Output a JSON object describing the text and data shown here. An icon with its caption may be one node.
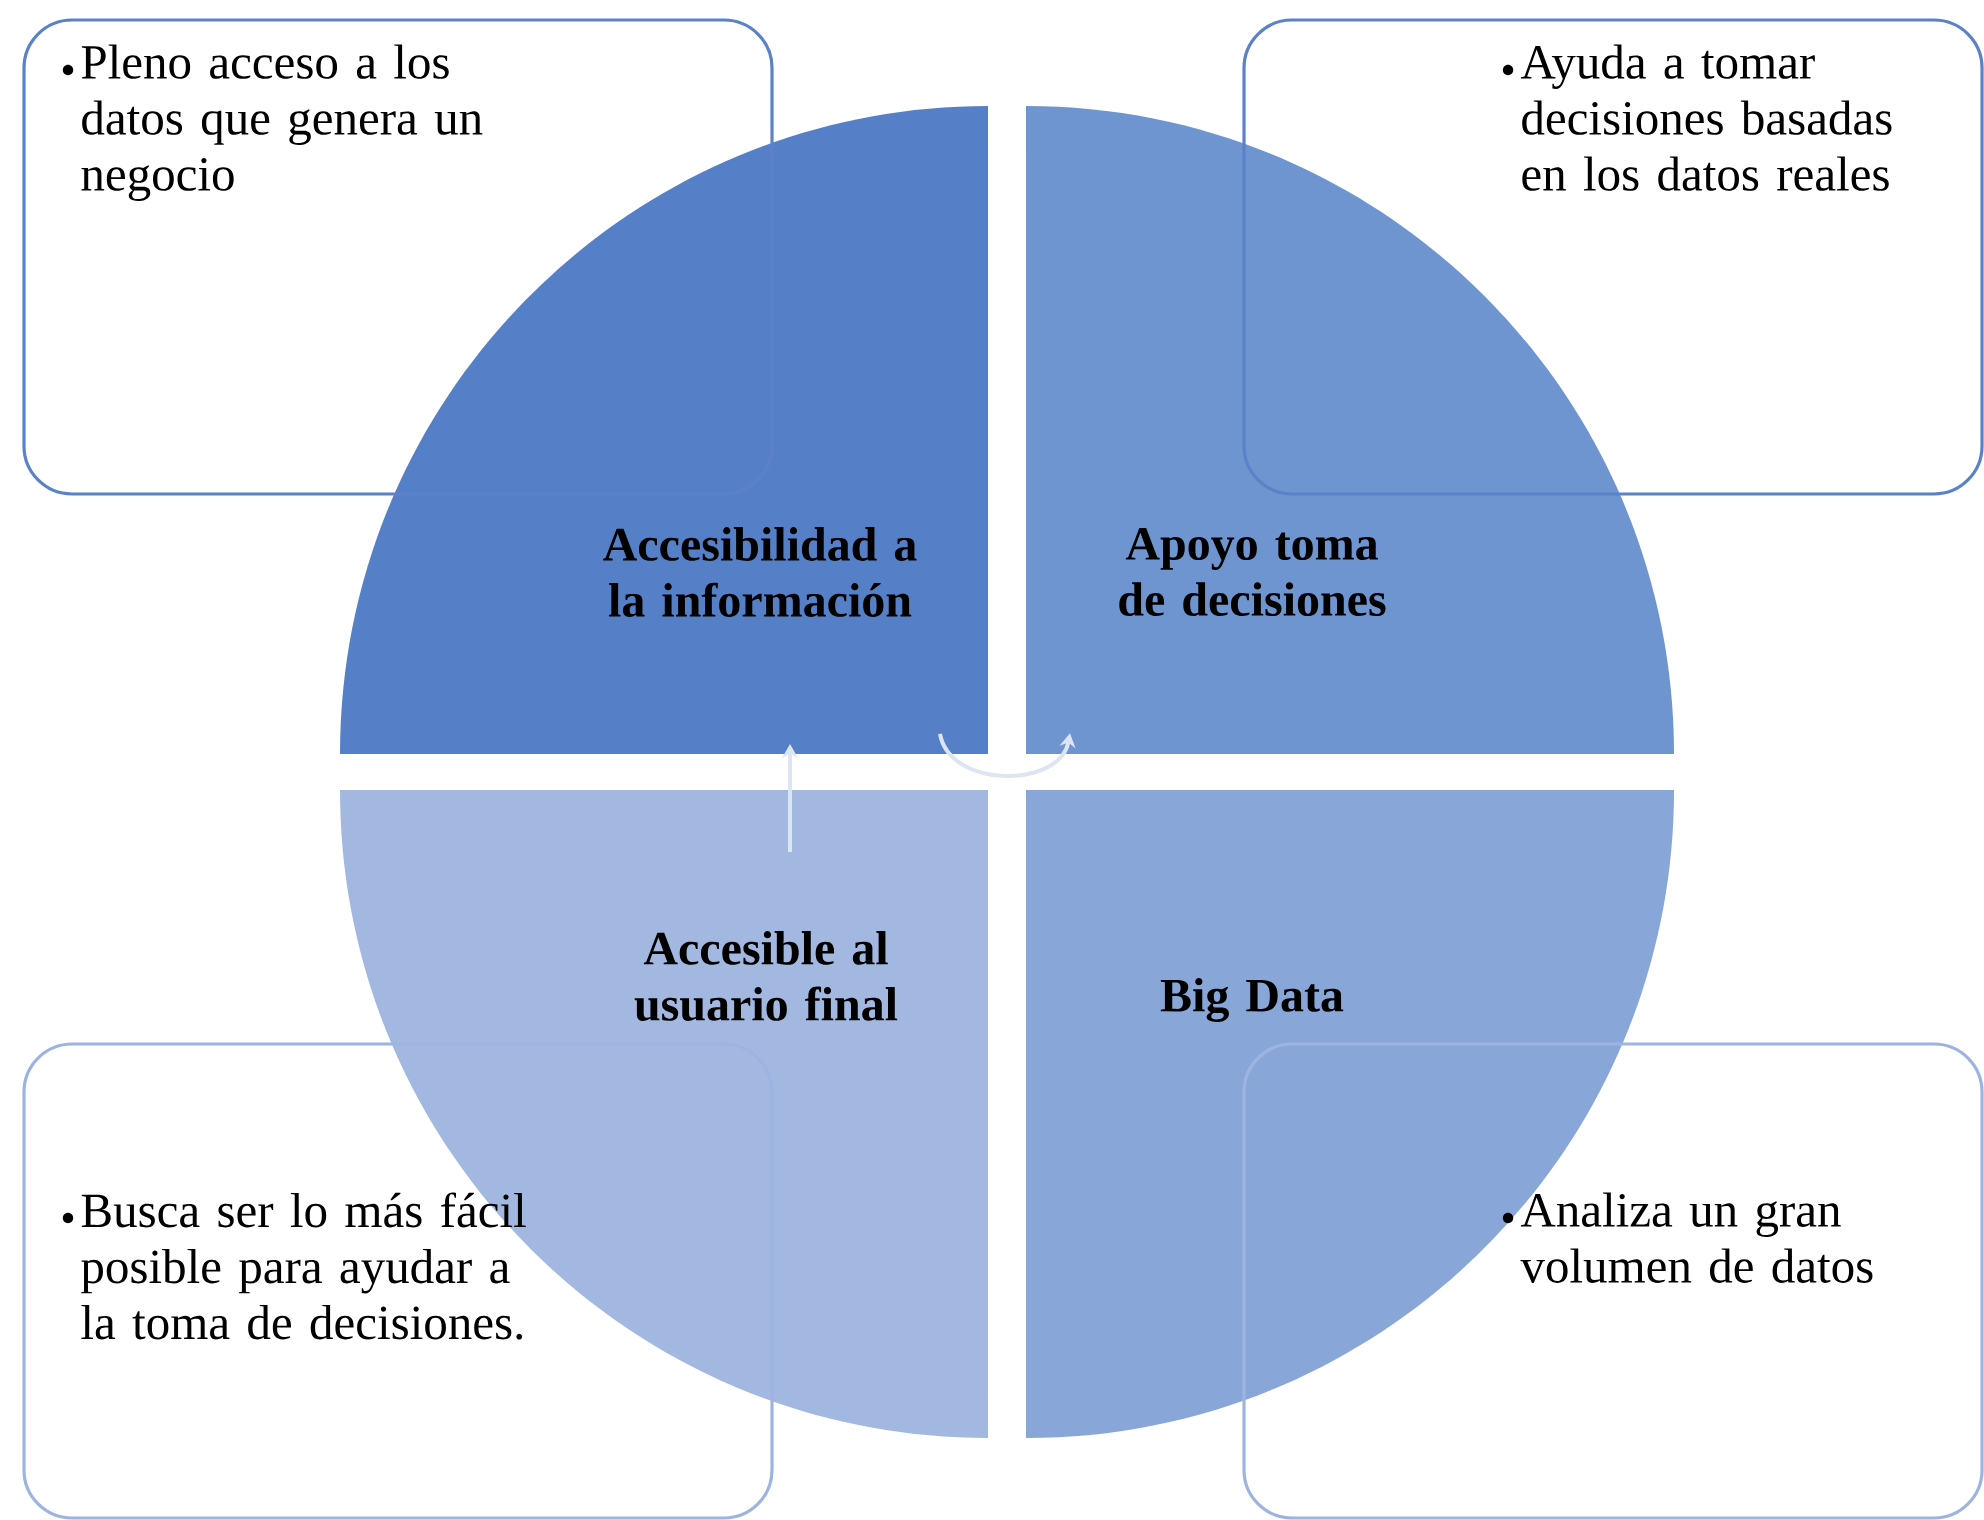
{
  "diagram": {
    "nodes": [
      {
        "text": [
          "Pleno acceso a los datos que genera un negocio"
        ]
      },
      {
        "text": [
          "Ayuda a tomar decisiones basadas en los datos reales"
        ]
      },
      {
        "text": [
          "Accesibilidad a la información"
        ]
      },
      {
        "text": [
          "Apoyo toma de decisiones"
        ]
      },
      {
        "text": [
          "Accesible al usuario final"
        ]
      },
      {
        "text": [
          "Big Data"
        ]
      },
      {
        "text": [
          "Busca ser lo más fácil posible para ayudar a la toma de decisiones."
        ]
      },
      {
        "text": [
          "Analiza un gran volumen de datos"
        ]
      }
    ],
    "edges": [
      {
        "from": 2,
        "to": 3,
        "arrow": "to"
      },
      {
        "from": 4,
        "to": 2,
        "arrow": "to"
      }
    ]
  }
}
